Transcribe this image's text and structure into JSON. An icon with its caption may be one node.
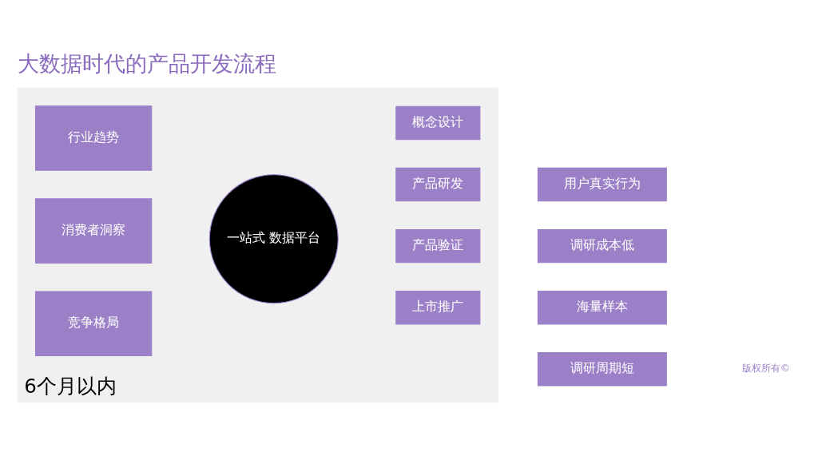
{
  "diagram": {
    "title": "大数据时代的产品开发流程",
    "nodes": [
      {
        "text": [],
        "shape": "arrow",
        "beside": [
          "6个月以内"
        ]
      },
      {
        "text": [
          "行业趋势"
        ],
        "in": 0
      },
      {
        "text": [
          "消费者洞察"
        ],
        "in": 0
      },
      {
        "text": [
          "竞争格局"
        ],
        "in": 0
      },
      {
        "text": [
          "一站式 数据平台"
        ],
        "in": 0
      },
      {
        "text": [
          "概念设计"
        ],
        "in": 0
      },
      {
        "text": [
          "产品研发"
        ],
        "in": 0
      },
      {
        "text": [
          "产品验证"
        ],
        "in": 0
      },
      {
        "text": [
          "上市推广"
        ],
        "in": 0
      },
      {
        "text": [
          "调研周期短"
        ]
      },
      {
        "text": [
          "海量样本"
        ]
      },
      {
        "text": [
          "调研成本低"
        ]
      },
      {
        "text": [
          "用户真实行为"
        ]
      }
    ],
    "edges": [],
    "labels": [
      "版权所有©"
    ]
  }
}
